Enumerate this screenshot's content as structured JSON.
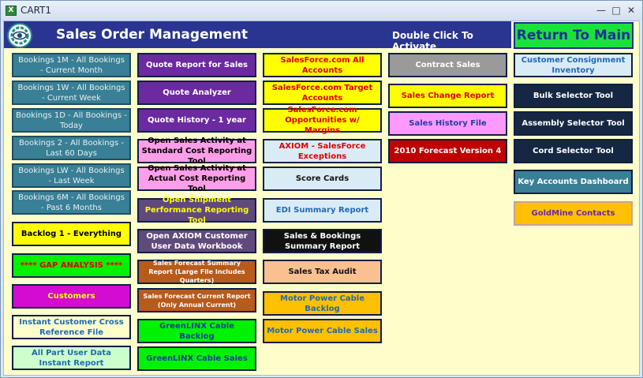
{
  "window": {
    "title": "CART1",
    "app_icon_glyph": "X",
    "minimize": "—",
    "maximize": "□",
    "close": "✕"
  },
  "header": {
    "title": "Sales Order Management",
    "hint": "Double Click To Activate",
    "return_label": "Return To Main"
  },
  "column1": [
    "Bookings 1M - All Bookings - Current Month",
    "Bookings 1W - All Bookings - Current Week",
    "Bookings 1D - All Bookings - Today",
    "Bookings 2 - All Bookings - Last 60 Days",
    "Bookings LW - All Bookings - Last Week",
    "Bookings 6M - All Bookings - Past 6 Months",
    "Backlog 1 - Everything",
    "**** GAP ANALYSIS ****",
    "Customers",
    "Instant Customer Cross Reference File",
    "All Part User Data Instant Report"
  ],
  "column2": [
    "Quote Report for Sales",
    "Quote Analyzer",
    "Quote History - 1 year",
    "Open Sales Activity at Standard Cost Reporting Tool",
    "Open Sales Activity at Actual Cost Reporting Tool",
    "Open Shipment Performance Reporting Tool",
    "Open AXIOM Customer User Data Workbook",
    "Sales Forecast Summary Report (Large File Includes Quarters)",
    "Sales Forecast Current Report (Only Annual Current)",
    "GreenLINX Cable Backlog",
    "GreenLINX Cable Sales"
  ],
  "column3": [
    "SalesForce.com All Accounts",
    "SalesForce.com Target Accounts",
    "SalesForce.com Opportunities w/ Margins",
    "AXIOM - SalesForce Exceptions",
    "Score Cards",
    "EDI Summary Report",
    "Sales & Bookings Summary Report",
    "Sales Tax Audit",
    "Motor Power Cable Backlog",
    "Motor Power Cable Sales"
  ],
  "column4": [
    "Contract Sales",
    "Sales Change Report",
    "Sales History File",
    "2010 Forecast Version 4"
  ],
  "column5": [
    "Customer Consignment Inventory",
    "Bulk Selector Tool",
    "Assembly Selector Tool",
    "Cord Selector Tool",
    "Key Accounts Dashboard",
    "GoldMine Contacts"
  ]
}
